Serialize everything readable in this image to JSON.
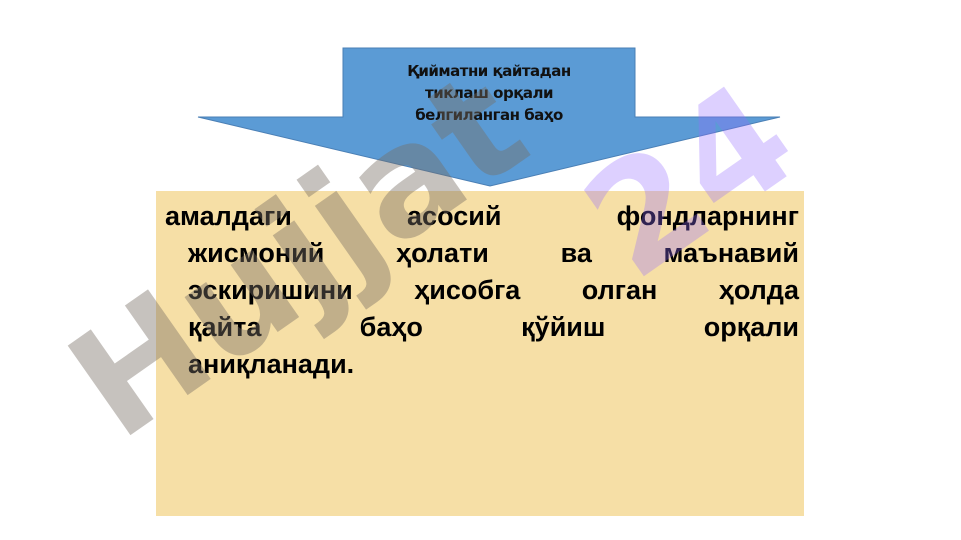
{
  "arrow": {
    "lines": [
      "Қийматни қайтадан",
      "тиклаш орқали",
      "белгиланган баҳо"
    ],
    "color": "#5b9bd5"
  },
  "box": {
    "color": "#f6dfa6",
    "lines": [
      [
        "амалдаги",
        "асосий",
        "фондларнинг"
      ],
      [
        "жисмоний",
        "ҳолати",
        "ва",
        "маънавий"
      ],
      [
        "эскиришини",
        "ҳисобга",
        "олган",
        "ҳолда"
      ],
      [
        "қайта",
        "баҳо",
        "қўйиш",
        "орқали"
      ],
      [
        "аниқланади."
      ]
    ]
  },
  "watermark": {
    "word": "Hujjat",
    "number": "24"
  }
}
